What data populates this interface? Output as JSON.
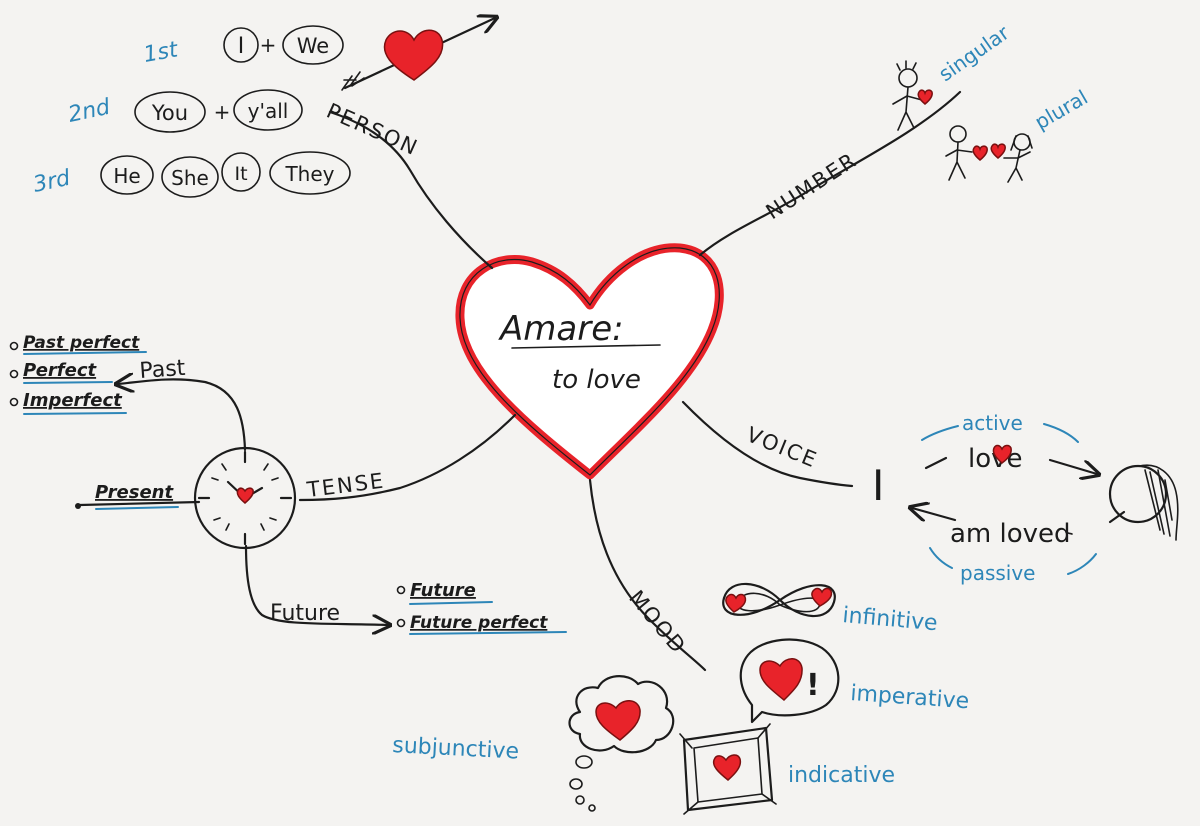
{
  "center": {
    "title": "Amare:",
    "subtitle": "to love"
  },
  "person": {
    "label": "PERSON",
    "rows": [
      {
        "ordinal": "1st",
        "pronouns": [
          "I",
          "We"
        ]
      },
      {
        "ordinal": "2nd",
        "pronouns": [
          "You",
          "y'all"
        ]
      },
      {
        "ordinal": "3rd",
        "pronouns": [
          "He",
          "She",
          "It",
          "They"
        ]
      }
    ],
    "plus": "+"
  },
  "number": {
    "label": "NUMBER",
    "singular": "singular",
    "plural": "plural"
  },
  "tense": {
    "label": "TENSE",
    "past": "Past",
    "past_items": [
      "Past perfect",
      "Perfect",
      "Imperfect"
    ],
    "present": "Present",
    "future": "Future",
    "future_items": [
      "Future",
      "Future perfect"
    ]
  },
  "voice": {
    "label": "VOICE",
    "subject": "I",
    "active": "active",
    "active_verb": "love",
    "passive": "passive",
    "passive_verb": "am loved"
  },
  "mood": {
    "label": "MOOD",
    "infinitive": "infinitive",
    "imperative": "imperative",
    "imperative_mark": "!",
    "subjunctive": "subjunctive",
    "indicative": "indicative"
  },
  "colors": {
    "ink": "#1c1c1c",
    "heart_red": "#e8232a",
    "blue": "#2d86b8",
    "paper": "#f4f3f1"
  }
}
